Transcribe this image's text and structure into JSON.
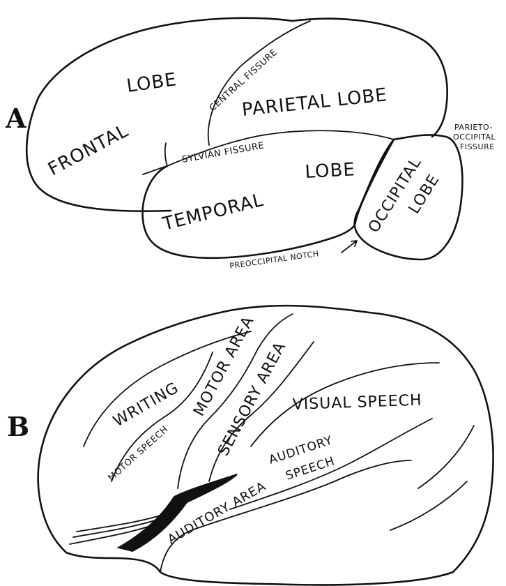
{
  "figure_a": {
    "letter": "A",
    "labels": {
      "frontal_lobe_1": "FRONTAL",
      "frontal_lobe_2": "LOBE",
      "parietal_lobe": "PARIETAL  LOBE",
      "temporal_lobe_1": "TEMPORAL",
      "temporal_lobe_2": "LOBE",
      "occipital_lobe_1": "OCCIPITAL",
      "occipital_lobe_2": "LOBE",
      "central_fissure": "CENTRAL FISSURE",
      "sylvian_fissure": "SYLVIAN FISSURE",
      "parieto_occipital_1": "PARIETO-",
      "parieto_occipital_2": "OCCIPITAL",
      "parieto_occipital_3": "FISSURE",
      "preoccipital_notch": "PREOCCIPITAL NOTCH"
    }
  },
  "figure_b": {
    "letter": "B",
    "labels": {
      "writing": "WRITING",
      "motor_area": "MOTOR AREA",
      "sensory_area": "SENSORY AREA",
      "visual_speech": "VISUAL SPEECH",
      "motor_speech": "MOTOR SPEECH",
      "auditory_speech_1": "AUDITORY",
      "auditory_speech_2": "SPEECH",
      "auditory_area": "AUDITORY AREA"
    }
  }
}
